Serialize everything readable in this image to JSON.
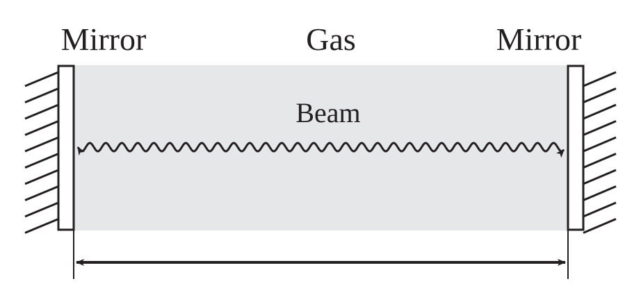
{
  "labels": {
    "left_mirror": "Mirror",
    "gas": "Gas",
    "right_mirror": "Mirror",
    "beam": "Beam"
  },
  "colors": {
    "gas_fill": "#e6e7e8",
    "stroke": "#231f20",
    "background": "#ffffff"
  }
}
